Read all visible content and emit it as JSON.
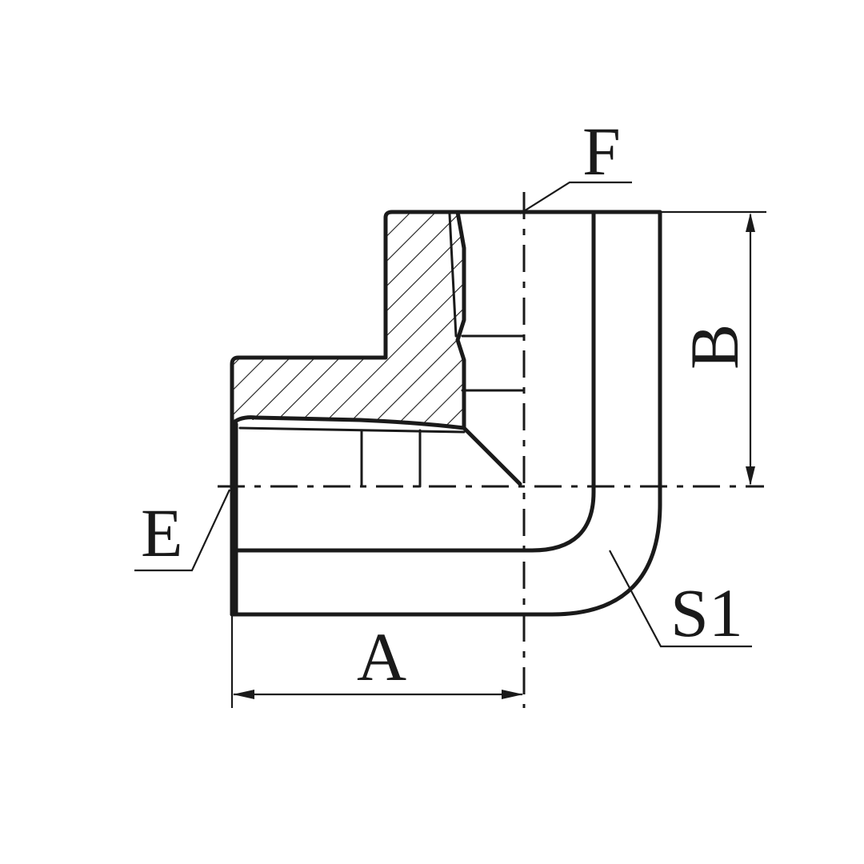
{
  "figure": {
    "labels": {
      "F": "F",
      "B": "B",
      "E": "E",
      "S1": "S1",
      "A": "A"
    },
    "line_color": "#1a1a1a",
    "background_color": "#ffffff"
  }
}
